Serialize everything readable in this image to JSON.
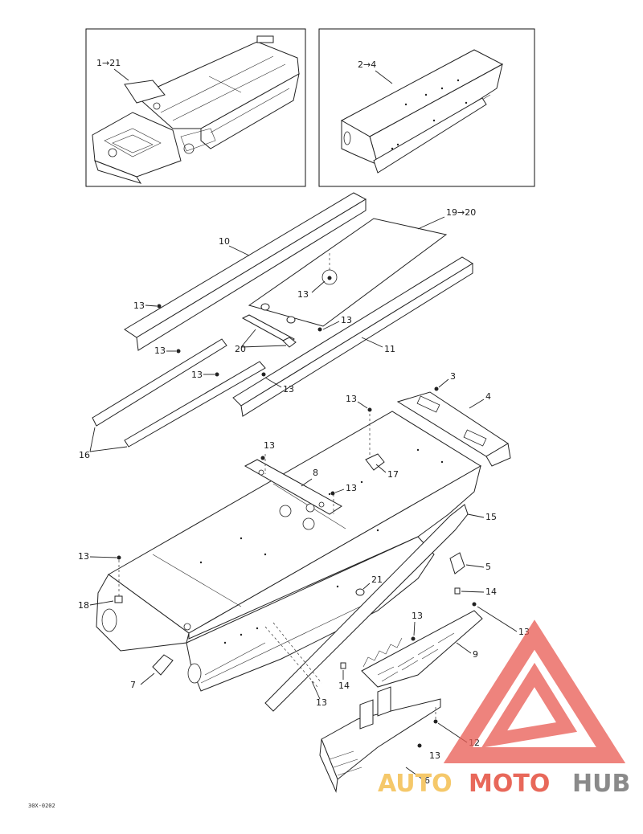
{
  "diagram": {
    "image_code": "30X-0202",
    "inset_labels": [
      "1→21",
      "2→4"
    ],
    "callouts": {
      "c1921": "19→20",
      "c10": "10",
      "c11": "11",
      "c13a": "13",
      "c13b": "13",
      "c13c": "13",
      "c13d": "13",
      "c13e": "13",
      "c13f": "13",
      "c13g": "13",
      "c13h": "13",
      "c13i": "13",
      "c13j": "13",
      "c13k": "13",
      "c13l": "13",
      "c13m": "13",
      "c13n": "13",
      "c20": "20",
      "c16": "16",
      "c3": "3",
      "c4": "4",
      "c8": "8",
      "c17": "17",
      "c15": "15",
      "c5": "5",
      "c14a": "14",
      "c14b": "14",
      "c18": "18",
      "c21": "21",
      "c9": "9",
      "c7": "7",
      "c12": "12",
      "c6": "6"
    }
  },
  "watermark": {
    "part1": "AUTO",
    "part2": "MOTO",
    "part3": "HUB",
    "colors": {
      "auto": "#f5c86a",
      "moto": "#e8685a",
      "hub": "#8a8a8a",
      "logo": "#e95a52"
    }
  }
}
